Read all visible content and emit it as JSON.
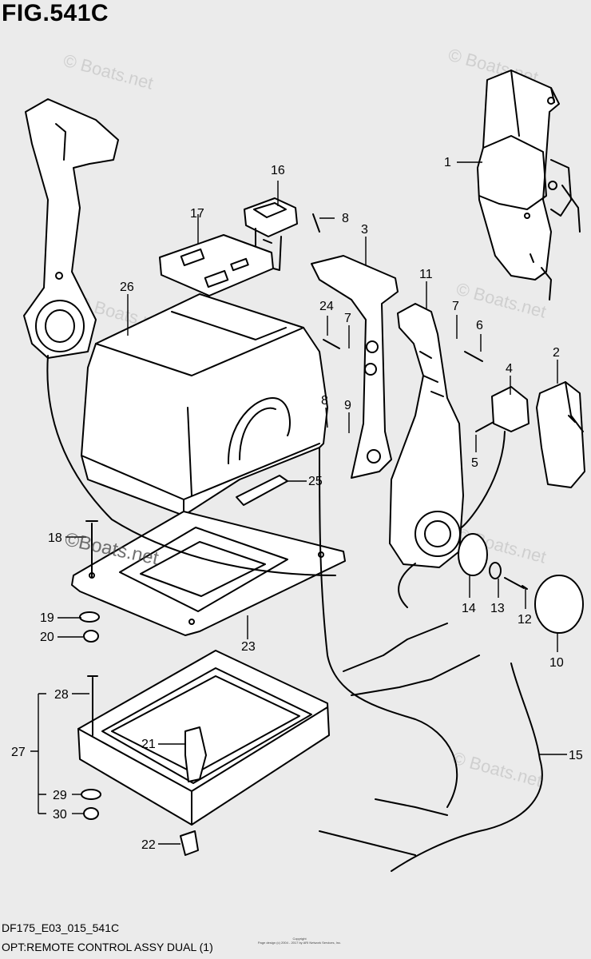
{
  "figure": {
    "title": "FIG.541C",
    "code": "DF175_E03_015_541C",
    "caption": "OPT:REMOTE CONTROL ASSY DUAL (1)",
    "copyright_line1": "Copyright",
    "copyright_line2": "Page design (c) 2004 - 2017 by ARI Network Services, Inc."
  },
  "watermark": {
    "text": "© Boats.net",
    "large_text": "©Boats.net"
  },
  "callouts": [
    "1",
    "2",
    "3",
    "4",
    "5",
    "6",
    "7",
    "7",
    "8",
    "8",
    "9",
    "10",
    "11",
    "12",
    "13",
    "14",
    "15",
    "16",
    "17",
    "18",
    "19",
    "20",
    "21",
    "22",
    "23",
    "24",
    "25",
    "26",
    "27",
    "28",
    "29",
    "30"
  ],
  "colors": {
    "background": "#ebebeb",
    "line": "#000000",
    "watermark": "#cfcfcf"
  }
}
